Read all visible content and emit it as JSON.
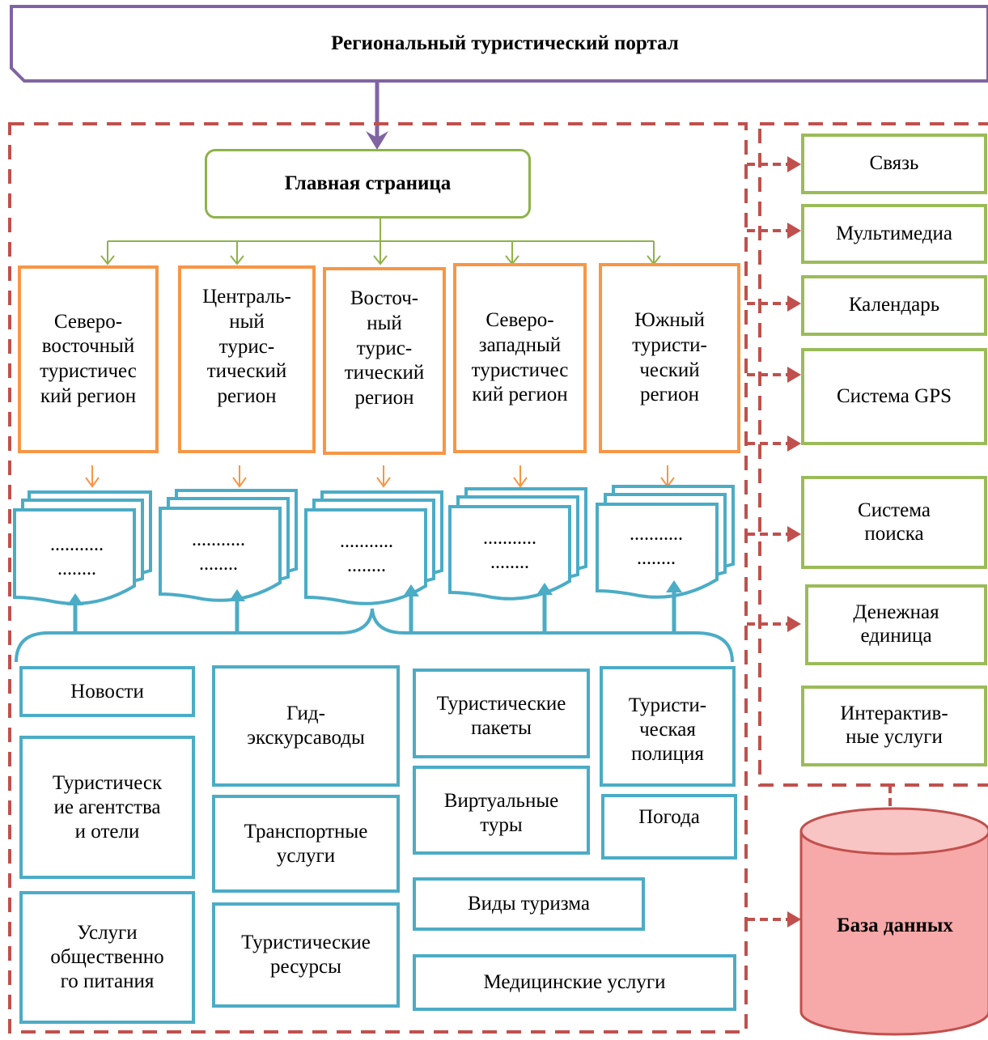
{
  "portal": {
    "title": "Региональный туристический портал"
  },
  "home": {
    "label": "Главная страница"
  },
  "regions": [
    {
      "label": "Северо-\nвосточный\nтуристичес\nкий регион"
    },
    {
      "label": "Централь-\nный\nтурис-\nтический\nрегион"
    },
    {
      "label": "Восточ-\nный\nтурис-\nтический\nрегион"
    },
    {
      "label": "Северо-\nзападный\nтуристичес\nкий регион"
    },
    {
      "label": "Южный\nтуристи-\nческий\nрегион"
    }
  ],
  "pages": [
    {
      "label": "...........\n........"
    },
    {
      "label": "...........\n........"
    },
    {
      "label": "...........\n........"
    },
    {
      "label": "...........\n........"
    },
    {
      "label": "...........\n........"
    }
  ],
  "services": [
    {
      "label": "Новости"
    },
    {
      "label": "Туристическ\nие агентства\nи отели"
    },
    {
      "label": "Услуги\nобщественно\nго питания"
    },
    {
      "label": "Гид-\nэкскурсаводы"
    },
    {
      "label": "Транспортные\nуслуги"
    },
    {
      "label": "Туристические\nресурсы"
    },
    {
      "label": "Туристические\nпакеты"
    },
    {
      "label": "Виртуальные\nтуры"
    },
    {
      "label": "Виды туризма"
    },
    {
      "label": "Медицинские услуги"
    },
    {
      "label": "Туристи-\nческая\nполиция"
    },
    {
      "label": "Погода"
    }
  ],
  "modules": [
    {
      "label": "Связь"
    },
    {
      "label": "Мультимедиа"
    },
    {
      "label": "Календарь"
    },
    {
      "label": "Система GPS"
    },
    {
      "label": "Система\nпоиска"
    },
    {
      "label": "Денежная\nединица"
    },
    {
      "label": "Интерактив-\nные услуги"
    }
  ],
  "database": {
    "label": "База данных"
  },
  "colors": {
    "portal_border": "#8064a2",
    "home_border": "#8fb24a",
    "region_border": "#f79646",
    "service_border": "#4bacc6",
    "module_border": "#9bbb59",
    "dashed_frame": "#c0504d",
    "database_fill": "#f7a8a8"
  }
}
